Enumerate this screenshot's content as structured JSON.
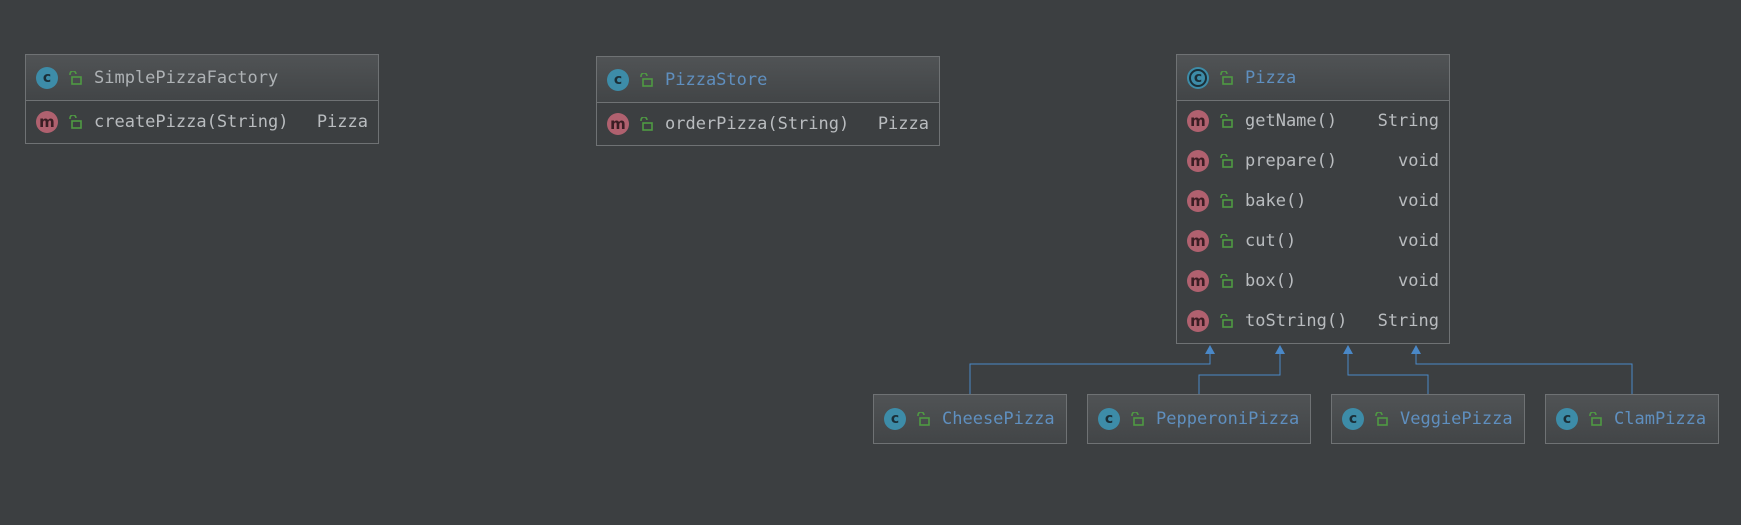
{
  "classes": {
    "simple_factory": {
      "name": "SimplePizzaFactory",
      "badge": "c",
      "methods": [
        {
          "badge": "m",
          "name": "createPizza(String)",
          "type": "Pizza"
        }
      ]
    },
    "pizza_store": {
      "name": "PizzaStore",
      "badge": "c",
      "methods": [
        {
          "badge": "m",
          "name": "orderPizza(String)",
          "type": "Pizza"
        }
      ]
    },
    "pizza": {
      "name": "Pizza",
      "badge": "c",
      "methods": [
        {
          "badge": "m",
          "name": "getName()",
          "type": "String"
        },
        {
          "badge": "m",
          "name": "prepare()",
          "type": "void"
        },
        {
          "badge": "m",
          "name": "bake()",
          "type": "void"
        },
        {
          "badge": "m",
          "name": "cut()",
          "type": "void"
        },
        {
          "badge": "m",
          "name": "box()",
          "type": "void"
        },
        {
          "badge": "m",
          "name": "toString()",
          "type": "String"
        }
      ]
    },
    "cheese": {
      "name": "CheesePizza",
      "badge": "c"
    },
    "pepperoni": {
      "name": "PepperoniPizza",
      "badge": "c"
    },
    "veggie": {
      "name": "VeggiePizza",
      "badge": "c"
    },
    "clam": {
      "name": "ClamPizza",
      "badge": "c"
    }
  },
  "colors": {
    "background": "#3c3f41",
    "class_badge": "#3d8ca8",
    "method_badge": "#b0616f",
    "public_lock": "#4f9a43",
    "inheritance_arrow": "#4a88c7"
  }
}
